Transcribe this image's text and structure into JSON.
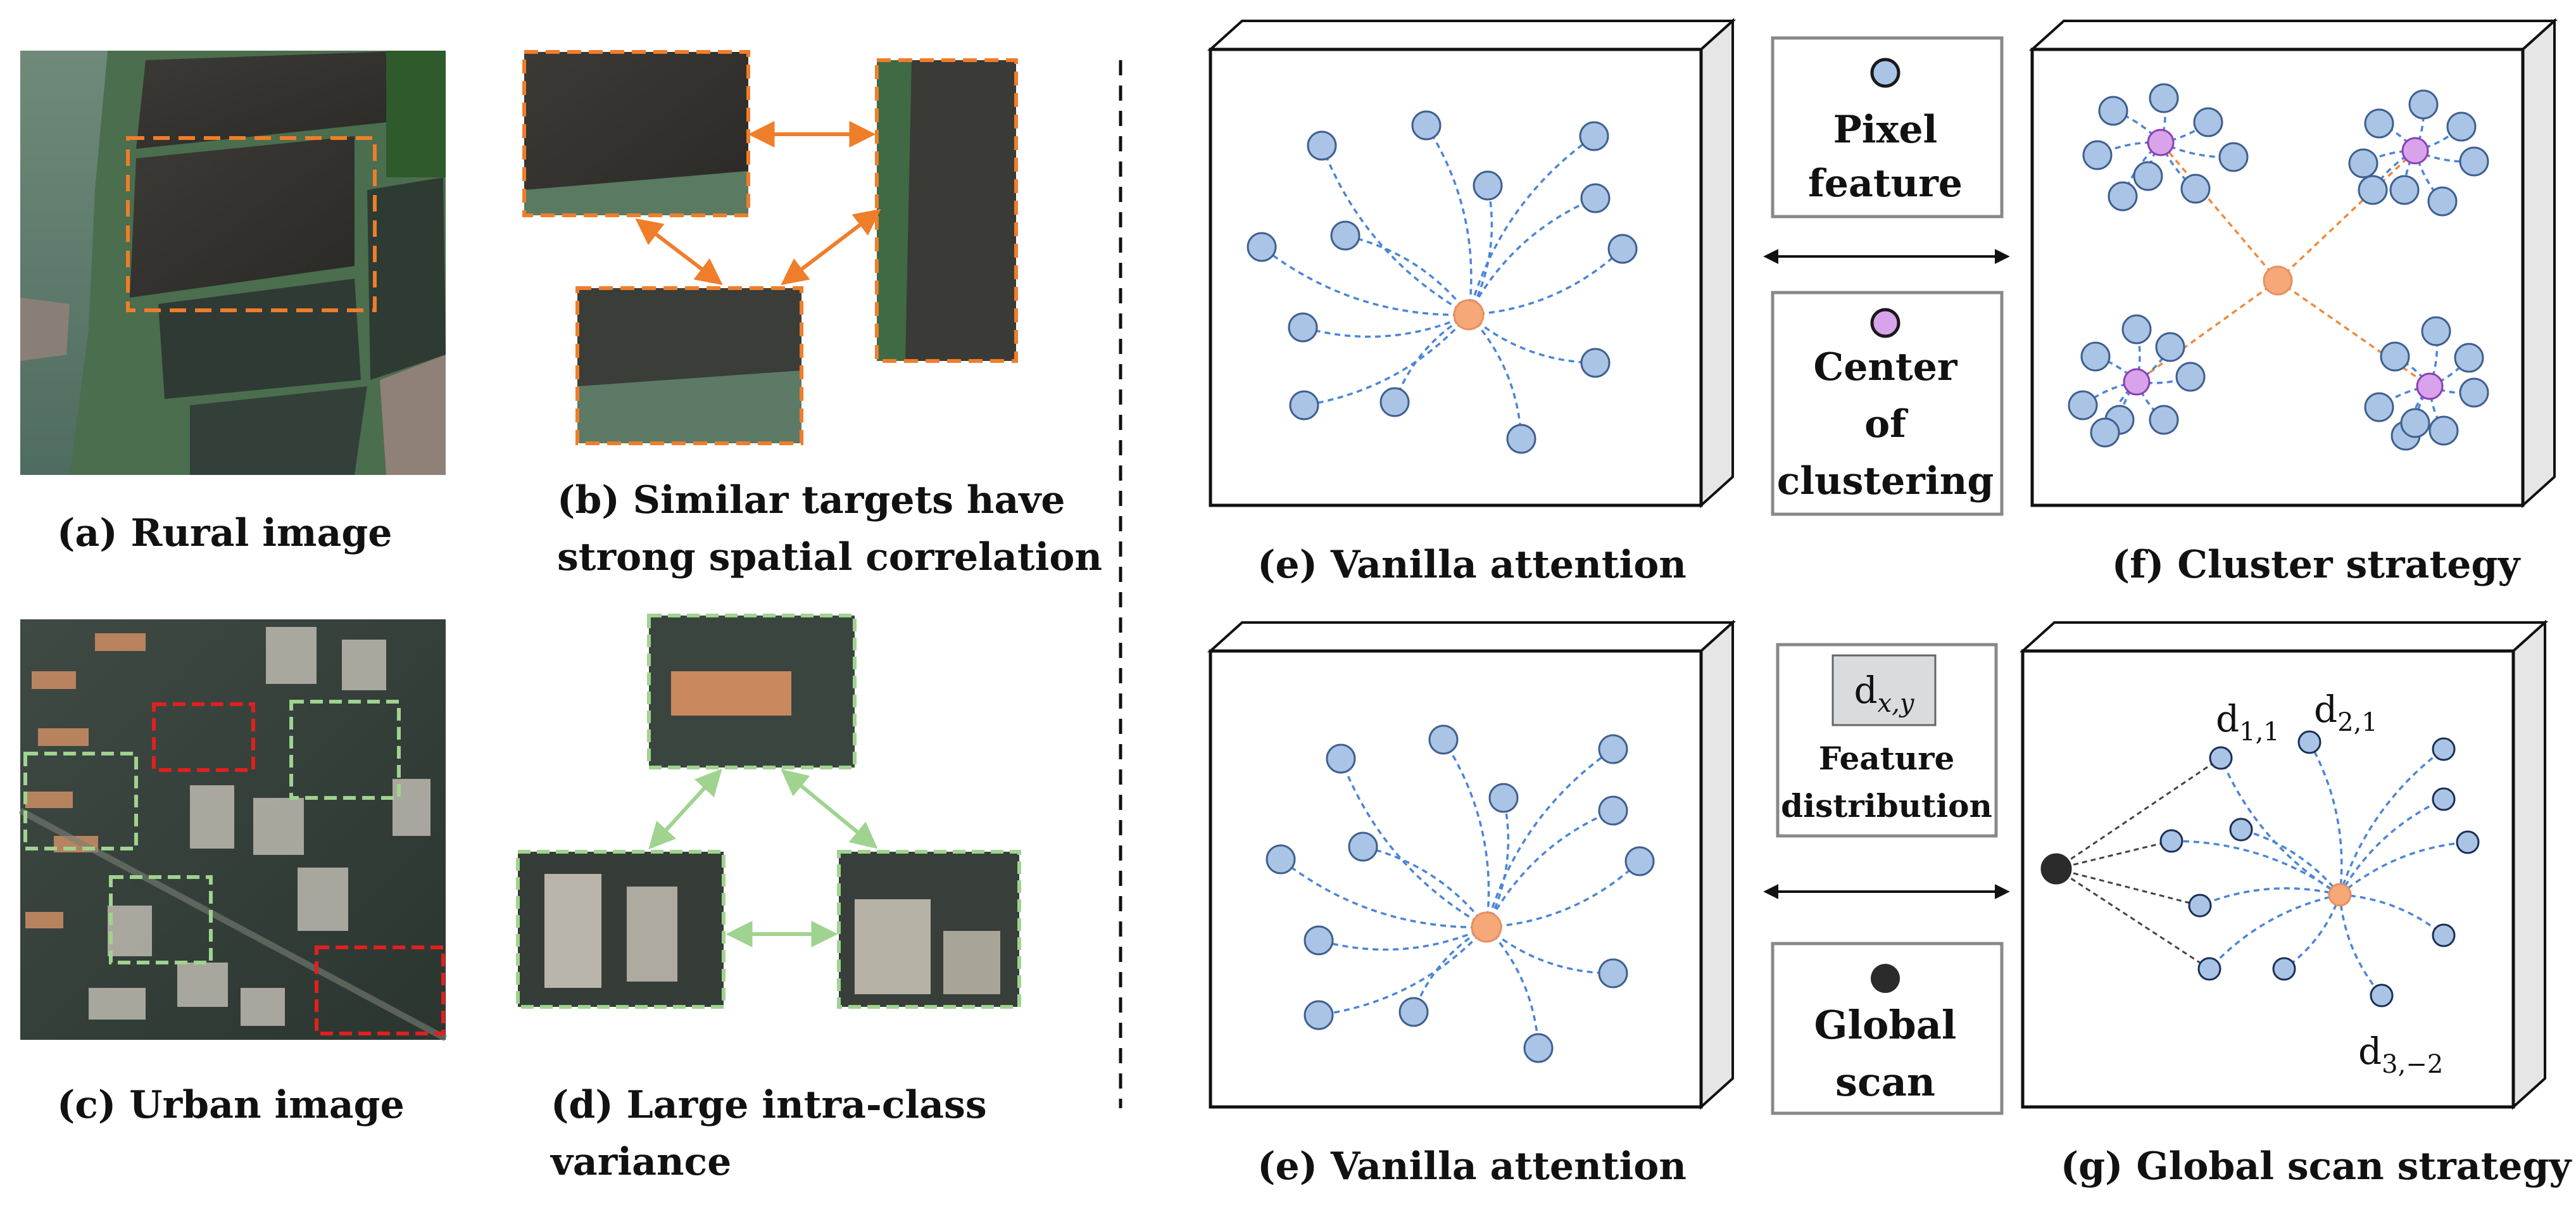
{
  "captions": {
    "a": "(a)  Rural image",
    "b_line1": "(b) Similar targets have",
    "b_line2": "strong spatial correlation",
    "c": "(c)  Urban image",
    "d_line1": "(d) Large intra-class",
    "d_line2": "variance",
    "e_top": "(e) Vanilla attention",
    "f": "(f) Cluster strategy",
    "e_bottom": "(e) Vanilla attention",
    "g": "(g) Global scan strategy"
  },
  "legend": {
    "pixel_line1": "Pixel",
    "pixel_line2": "feature",
    "center_line1": "Center",
    "center_line2": "of",
    "center_line3": "clustering",
    "dxy_base": "d",
    "dxy_sub": "x,y",
    "dist_line1": "Feature",
    "dist_line2": "distribution",
    "global_line1": "Global",
    "global_line2": "scan"
  },
  "labels": {
    "d11_base": "d",
    "d11_sub": "1,1",
    "d21_base": "d",
    "d21_sub": "2,1",
    "d32_base": "d",
    "d32_sub": "3,−2"
  },
  "colors": {
    "pixel_fill": "#aac4e6",
    "pixel_stroke": "#3f5f8f",
    "center_fill": "#f6a878",
    "cluster_fill": "#d9a3ec",
    "cluster_stroke": "#8a3fb0",
    "link_blue": "#4a86d6",
    "link_orange": "#f08a3c",
    "global_fill": "#2b2b2b",
    "orange_box": "#f07d2a",
    "green_box": "#9fd38f",
    "red_box": "#e02020"
  }
}
